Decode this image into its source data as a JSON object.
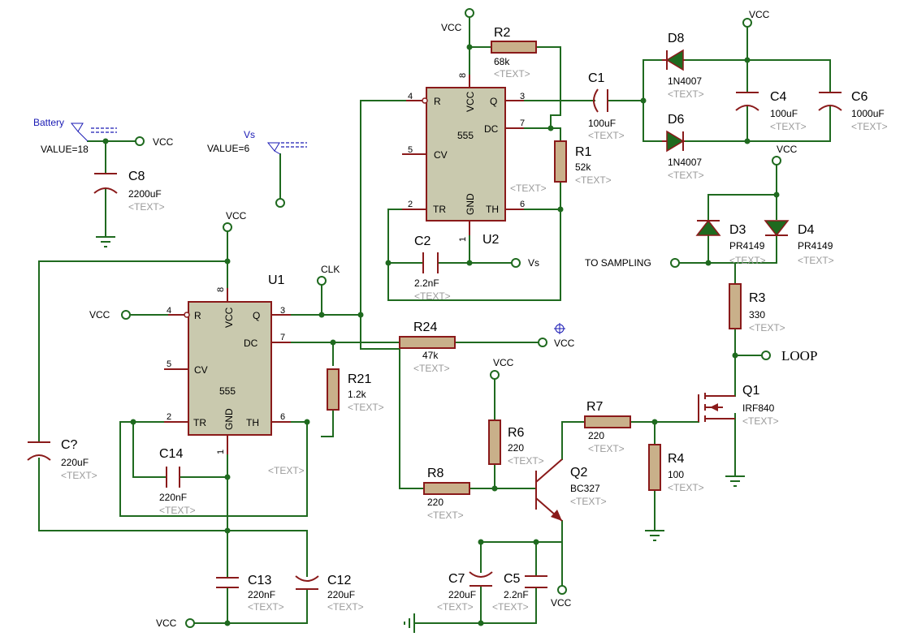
{
  "placeholder": "<TEXT>",
  "battery": {
    "name": "Battery",
    "value": "VALUE=18",
    "net": "VCC"
  },
  "vs": {
    "name": "Vs",
    "value": "VALUE=6"
  },
  "u1": {
    "ref": "U1",
    "chip": "555",
    "pins": {
      "r": "R",
      "vcc": "VCC",
      "q": "Q",
      "dc": "DC",
      "cv": "CV",
      "tr": "TR",
      "gnd": "GND",
      "th": "TH"
    },
    "pin_numbers": {
      "r": "4",
      "vcc": "8",
      "q": "3",
      "dc": "7",
      "cv": "5",
      "tr": "2",
      "gnd": "1",
      "th": "6"
    }
  },
  "u2": {
    "ref": "U2",
    "chip": "555",
    "pins": {
      "r": "R",
      "vcc": "VCC",
      "q": "Q",
      "dc": "DC",
      "cv": "CV",
      "tr": "TR",
      "gnd": "GND",
      "th": "TH"
    },
    "pin_numbers": {
      "r": "4",
      "vcc": "8",
      "q": "3",
      "dc": "7",
      "cv": "5",
      "tr": "2",
      "gnd": "1",
      "th": "6"
    }
  },
  "components": {
    "c8": {
      "ref": "C8",
      "value": "2200uF"
    },
    "r2": {
      "ref": "R2",
      "value": "68k"
    },
    "c1": {
      "ref": "C1",
      "value": "100uF"
    },
    "r1": {
      "ref": "R1",
      "value": "52k"
    },
    "c2": {
      "ref": "C2",
      "value": "2.2nF"
    },
    "d8": {
      "ref": "D8",
      "value": "1N4007"
    },
    "d6": {
      "ref": "D6",
      "value": "1N4007"
    },
    "c4": {
      "ref": "C4",
      "value": "100uF"
    },
    "c6": {
      "ref": "C6",
      "value": "1000uF"
    },
    "d3": {
      "ref": "D3",
      "value": "PR4149"
    },
    "d4": {
      "ref": "D4",
      "value": "PR4149"
    },
    "r3": {
      "ref": "R3",
      "value": "330"
    },
    "q1": {
      "ref": "Q1",
      "value": "IRF840"
    },
    "r24": {
      "ref": "R24",
      "value": "47k"
    },
    "r21": {
      "ref": "R21",
      "value": "1.2k"
    },
    "c14": {
      "ref": "C14",
      "value": "220nF"
    },
    "cq": {
      "ref": "C?",
      "value": "220uF"
    },
    "c13": {
      "ref": "C13",
      "value": "220nF"
    },
    "c12": {
      "ref": "C12",
      "value": "220uF"
    },
    "r6": {
      "ref": "R6",
      "value": "220"
    },
    "r7": {
      "ref": "R7",
      "value": "220"
    },
    "r4": {
      "ref": "R4",
      "value": "100"
    },
    "r8": {
      "ref": "R8",
      "value": "220"
    },
    "q2": {
      "ref": "Q2",
      "value": "BC327"
    },
    "c7": {
      "ref": "C7",
      "value": "220uF"
    },
    "c5": {
      "ref": "C5",
      "value": "2.2nF"
    }
  },
  "nets": {
    "vcc": "VCC",
    "vs": "Vs",
    "clk": "CLK",
    "loop": "LOOP",
    "to_sampling": "TO SAMPLING"
  }
}
